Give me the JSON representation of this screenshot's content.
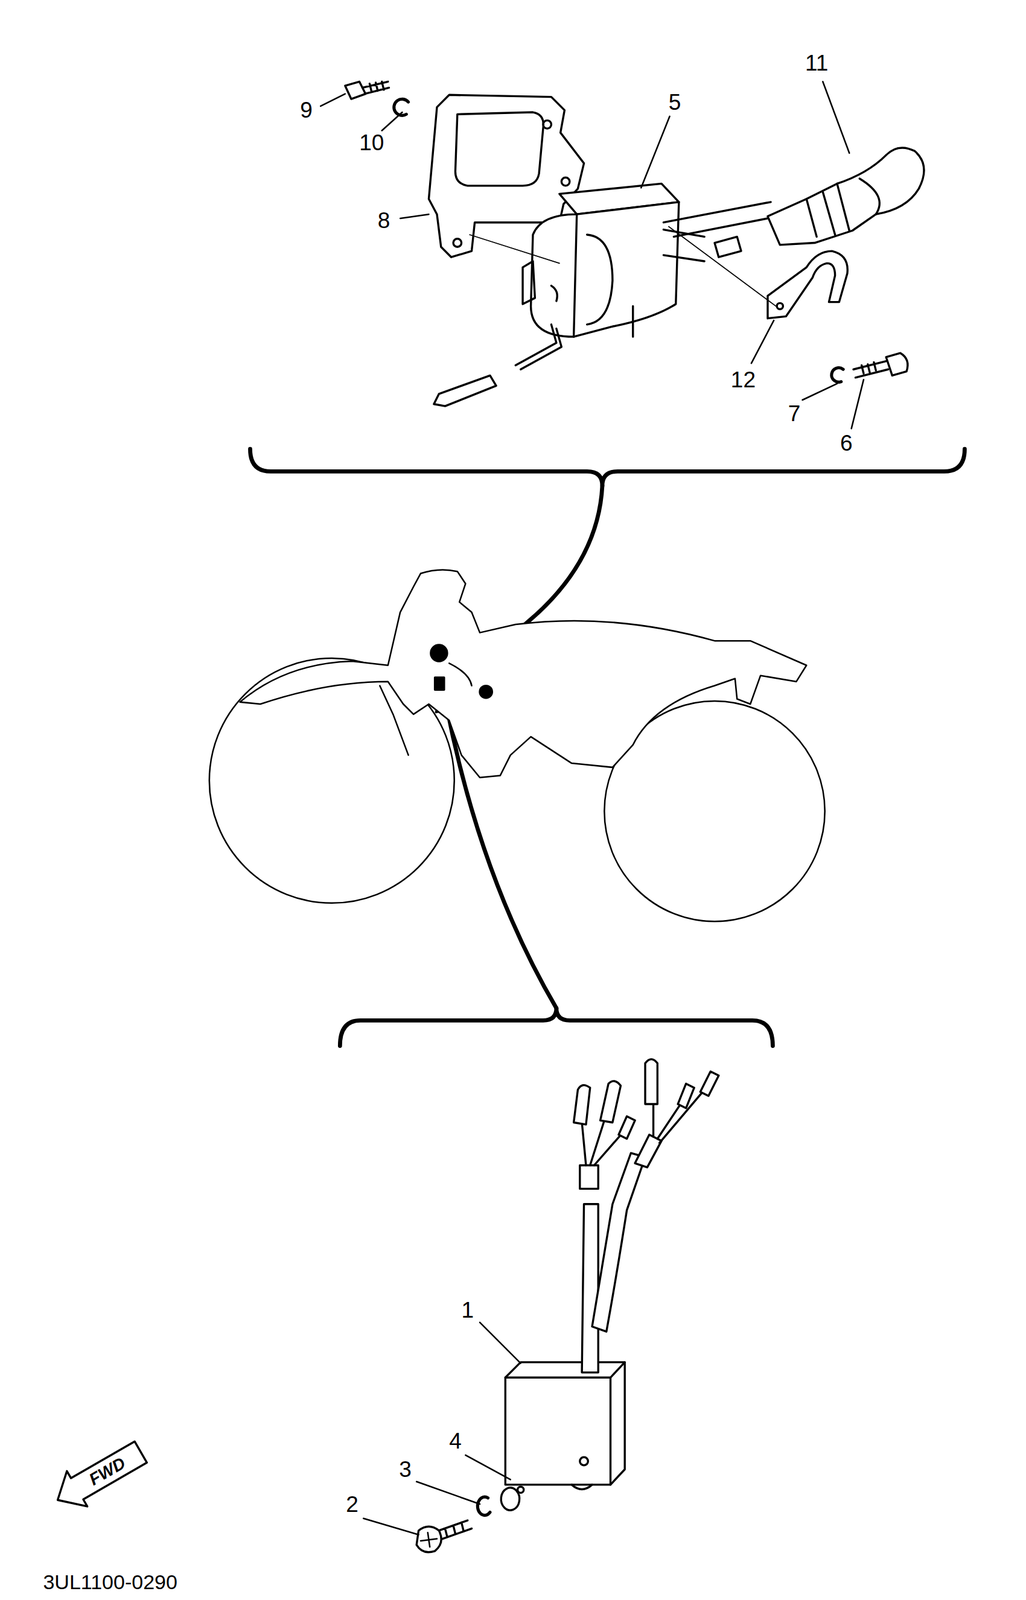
{
  "diagram": {
    "labels": [
      "11",
      "5",
      "9",
      "10",
      "8",
      "12",
      "7",
      "6",
      "1",
      "4",
      "3",
      "2",
      "FWD",
      "3UL1100-0290"
    ]
  }
}
